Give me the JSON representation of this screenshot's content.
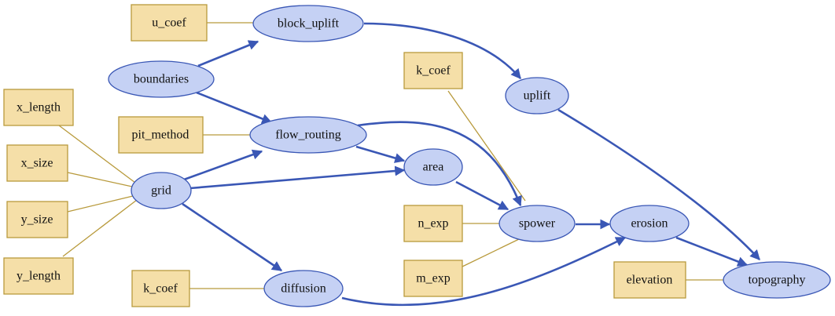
{
  "nodes": {
    "u_coef": {
      "label": "u_coef",
      "kind": "variable"
    },
    "x_length": {
      "label": "x_length",
      "kind": "variable"
    },
    "x_size": {
      "label": "x_size",
      "kind": "variable"
    },
    "y_size": {
      "label": "y_size",
      "kind": "variable"
    },
    "y_length": {
      "label": "y_length",
      "kind": "variable"
    },
    "pit_method": {
      "label": "pit_method",
      "kind": "variable"
    },
    "k_coef_diffusion": {
      "label": "k_coef",
      "kind": "variable"
    },
    "k_coef_spower": {
      "label": "k_coef",
      "kind": "variable"
    },
    "n_exp": {
      "label": "n_exp",
      "kind": "variable"
    },
    "m_exp": {
      "label": "m_exp",
      "kind": "variable"
    },
    "elevation": {
      "label": "elevation",
      "kind": "variable"
    },
    "block_uplift": {
      "label": "block_uplift",
      "kind": "process"
    },
    "boundaries": {
      "label": "boundaries",
      "kind": "process"
    },
    "uplift": {
      "label": "uplift",
      "kind": "process"
    },
    "flow_routing": {
      "label": "flow_routing",
      "kind": "process"
    },
    "grid": {
      "label": "grid",
      "kind": "process"
    },
    "area": {
      "label": "area",
      "kind": "process"
    },
    "spower": {
      "label": "spower",
      "kind": "process"
    },
    "erosion": {
      "label": "erosion",
      "kind": "process"
    },
    "diffusion": {
      "label": "diffusion",
      "kind": "process"
    },
    "topography": {
      "label": "topography",
      "kind": "process"
    }
  },
  "edges": [
    {
      "from": "u_coef",
      "to": "block_uplift",
      "kind": "input"
    },
    {
      "from": "x_length",
      "to": "grid",
      "kind": "input"
    },
    {
      "from": "x_size",
      "to": "grid",
      "kind": "input"
    },
    {
      "from": "y_size",
      "to": "grid",
      "kind": "input"
    },
    {
      "from": "y_length",
      "to": "grid",
      "kind": "input"
    },
    {
      "from": "pit_method",
      "to": "flow_routing",
      "kind": "input"
    },
    {
      "from": "k_coef_diffusion",
      "to": "diffusion",
      "kind": "input"
    },
    {
      "from": "k_coef_spower",
      "to": "spower",
      "kind": "input"
    },
    {
      "from": "n_exp",
      "to": "spower",
      "kind": "input"
    },
    {
      "from": "m_exp",
      "to": "spower",
      "kind": "input"
    },
    {
      "from": "elevation",
      "to": "topography",
      "kind": "input"
    },
    {
      "from": "boundaries",
      "to": "block_uplift",
      "kind": "dependency"
    },
    {
      "from": "boundaries",
      "to": "flow_routing",
      "kind": "dependency"
    },
    {
      "from": "grid",
      "to": "flow_routing",
      "kind": "dependency"
    },
    {
      "from": "grid",
      "to": "area",
      "kind": "dependency"
    },
    {
      "from": "grid",
      "to": "diffusion",
      "kind": "dependency"
    },
    {
      "from": "flow_routing",
      "to": "area",
      "kind": "dependency"
    },
    {
      "from": "flow_routing",
      "to": "spower",
      "kind": "dependency"
    },
    {
      "from": "area",
      "to": "spower",
      "kind": "dependency"
    },
    {
      "from": "block_uplift",
      "to": "uplift",
      "kind": "dependency"
    },
    {
      "from": "uplift",
      "to": "topography",
      "kind": "dependency"
    },
    {
      "from": "spower",
      "to": "erosion",
      "kind": "dependency"
    },
    {
      "from": "diffusion",
      "to": "erosion",
      "kind": "dependency"
    },
    {
      "from": "erosion",
      "to": "topography",
      "kind": "dependency"
    }
  ],
  "colors": {
    "variable_fill": "#f5dfa8",
    "variable_stroke": "#b89a3c",
    "process_fill": "#c5d1f4",
    "process_stroke": "#3a57b5"
  }
}
